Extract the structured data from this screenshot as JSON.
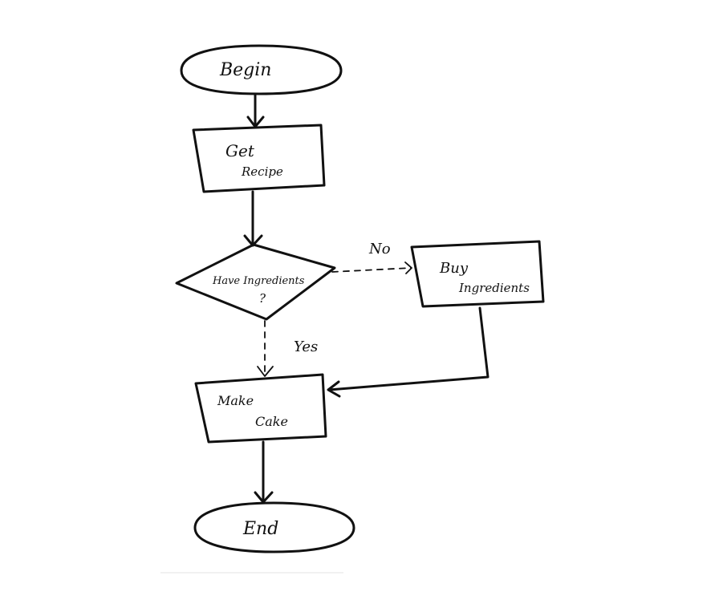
{
  "nodes": {
    "begin": "Begin",
    "get_recipe": [
      "Get",
      "Recipe"
    ],
    "decision": [
      "Have Ingredients",
      "?"
    ],
    "buy": [
      "Buy",
      "Ingredients"
    ],
    "make": [
      "Make",
      "Cake"
    ],
    "end": "End"
  },
  "edges": {
    "no_label": "No",
    "yes_label": "Yes"
  }
}
